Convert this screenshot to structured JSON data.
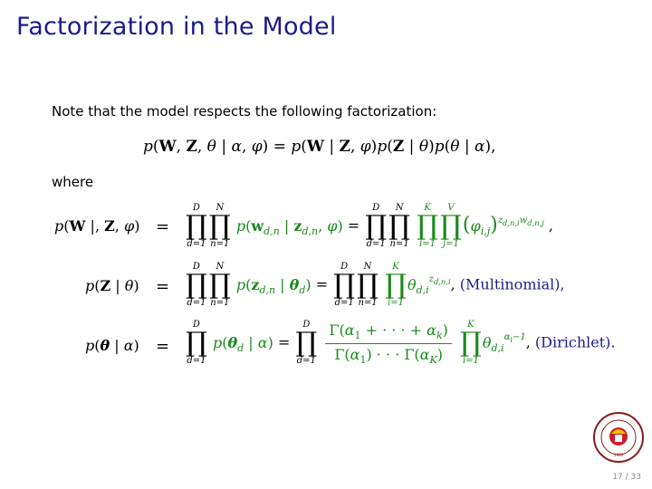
{
  "slide": {
    "title": "Factorization in the Model",
    "intro": "Note that the model respects the following factorization:",
    "where": "where",
    "page": "17 / 33"
  },
  "equations": {
    "main": "p(W, Z, θ | α, φ) = p(W | Z, φ)p(Z | θ)p(θ | α),",
    "eq1_lhs": "p(W |, Z, φ)",
    "eq2_lhs": "p(Z | θ)",
    "eq3_lhs": "p(θ | α)",
    "eq_sign": "=",
    "multinomial": "(Multinomial),",
    "dirichlet": "(Dirichlet)."
  },
  "colors": {
    "title": "#1c1c8c",
    "green": "#1a8a1a",
    "blue": "#1c1c8c"
  }
}
